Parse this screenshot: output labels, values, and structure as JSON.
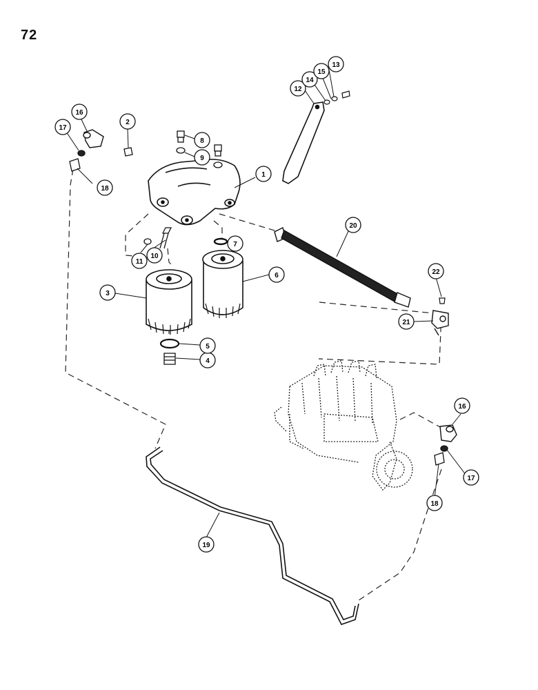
{
  "page_number": "72",
  "callouts": {
    "c1": "1",
    "c2": "2",
    "c3": "3",
    "c4": "4",
    "c5": "5",
    "c6": "6",
    "c7": "7",
    "c8": "8",
    "c9": "9",
    "c10": "10",
    "c11": "11",
    "c12": "12",
    "c13": "13",
    "c14": "14",
    "c15": "15",
    "c16a": "16",
    "c16b": "16",
    "c17a": "17",
    "c17b": "17",
    "c18a": "18",
    "c18b": "18",
    "c19": "19",
    "c20": "20",
    "c21": "21",
    "c22": "22"
  }
}
